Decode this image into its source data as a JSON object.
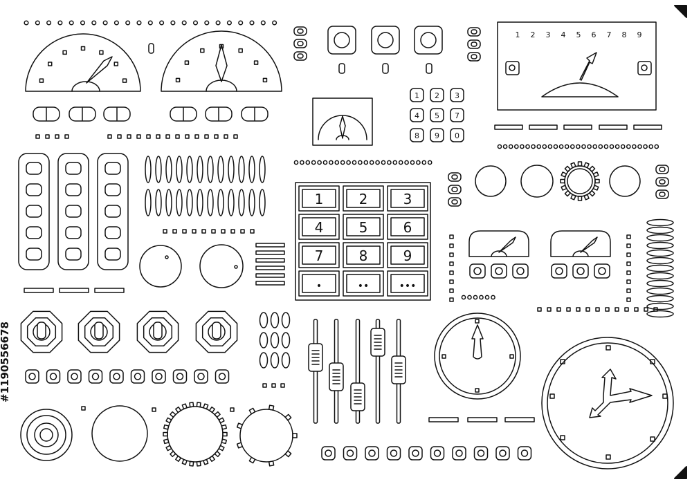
{
  "colors": {
    "ink": "#111111",
    "paper": "#ffffff",
    "watermark": "#666666"
  },
  "dial_scale": [
    "1",
    "2",
    "3",
    "4",
    "5",
    "6",
    "7",
    "8",
    "9"
  ],
  "small_keypad": [
    "1",
    "2",
    "3",
    "4",
    "5",
    "7",
    "8",
    "9",
    "0"
  ],
  "large_keypad": [
    "1",
    "2",
    "3",
    "4",
    "5",
    "6",
    "7",
    "8",
    "9",
    "•",
    "••",
    "•••"
  ],
  "watermark": {
    "side_id": "#1190556678"
  }
}
